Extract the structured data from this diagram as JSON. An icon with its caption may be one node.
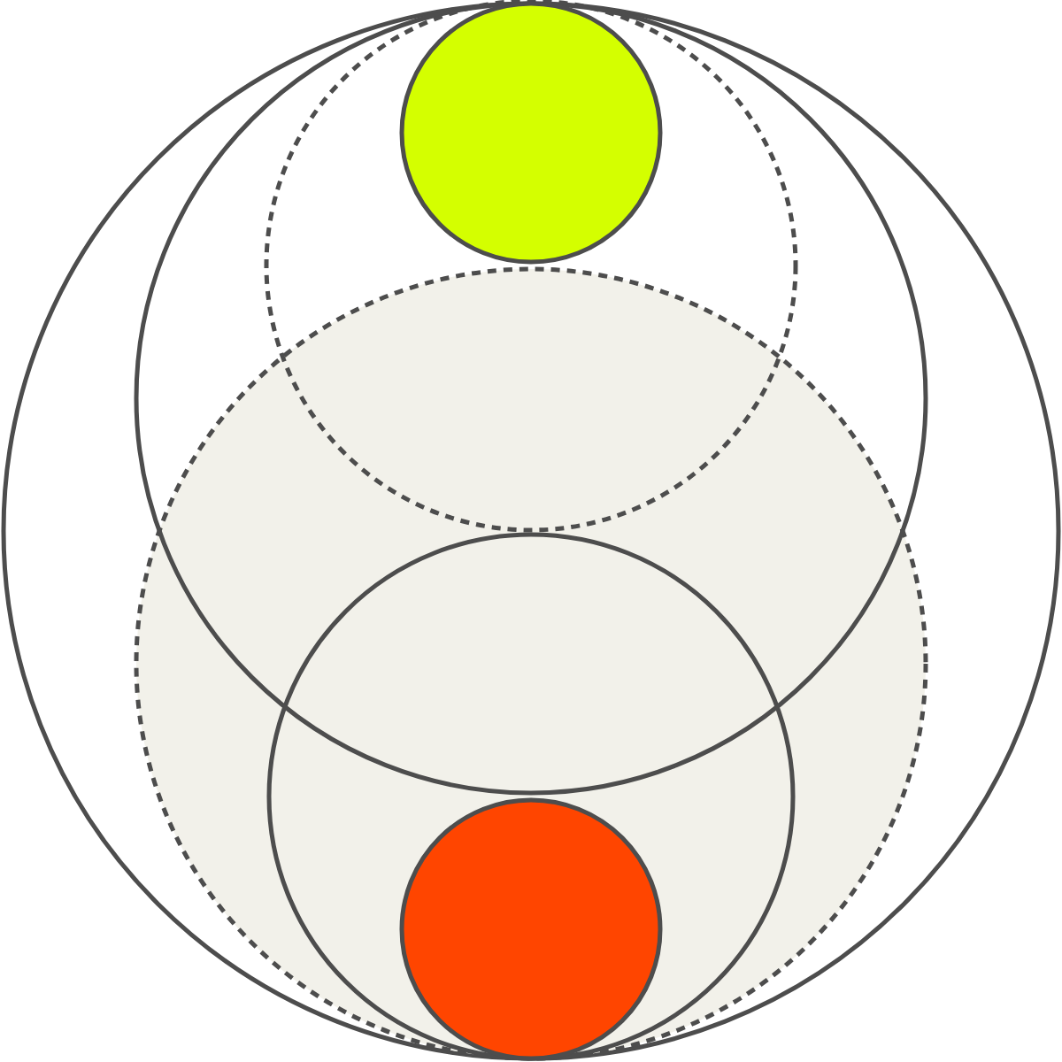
{
  "diagram": {
    "nodes": [
      {
        "text": [],
        "shape": "circle"
      },
      {
        "text": [],
        "shape": "circle",
        "in": 0
      },
      {
        "text": [],
        "shape": "circle",
        "in": 1
      },
      {
        "text": [],
        "shape": "circle",
        "in": 2
      },
      {
        "text": [],
        "shape": "circle",
        "in": 0
      },
      {
        "text": [],
        "shape": "circle",
        "in": 4
      },
      {
        "text": [],
        "shape": "circle",
        "in": 5
      }
    ]
  }
}
